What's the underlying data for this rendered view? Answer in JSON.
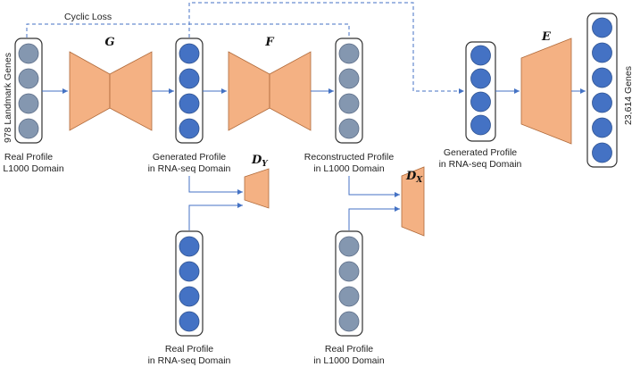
{
  "colors": {
    "network": "#f4b183",
    "network_stroke": "#b06a3a",
    "blue_node": "#4472c4",
    "grey_node": "#8497b0",
    "arrow": "#4472c4"
  },
  "labels": {
    "cyclic_loss": "Cyclic Loss",
    "landmark_genes": "978 Landmark Genes",
    "all_genes": "23,614 Genes",
    "real_l1000": [
      "Real Profile",
      "in L1000 Domain"
    ],
    "generated_rnaseq": [
      "Generated Profile",
      "in RNA-seq Domain"
    ],
    "reconstructed_l1000": [
      "Reconstructed Profile",
      "in L1000 Domain"
    ],
    "generated_rnaseq_2": [
      "Generated Profile",
      "in RNA-seq Domain"
    ],
    "real_rnaseq_bottom": [
      "Real Profile",
      "in RNA-seq Domain"
    ],
    "real_l1000_bottom": [
      "Real Profile",
      "in L1000 Domain"
    ]
  },
  "networks": {
    "G": "G",
    "F": "F",
    "E": "E",
    "DY": "D",
    "DY_sub": "Y",
    "DX": "D",
    "DX_sub": "X"
  },
  "columns": {
    "real_l1000": {
      "nodes": 4,
      "color": "grey"
    },
    "generated_rnaseq": {
      "nodes": 4,
      "color": "blue"
    },
    "reconstructed_l1000": {
      "nodes": 4,
      "color": "grey"
    },
    "generated_rnaseq_2": {
      "nodes": 4,
      "color": "blue"
    },
    "output_genes": {
      "nodes": 6,
      "color": "blue"
    },
    "real_rnaseq_bottom": {
      "nodes": 4,
      "color": "blue"
    },
    "real_l1000_bottom": {
      "nodes": 4,
      "color": "grey"
    }
  }
}
